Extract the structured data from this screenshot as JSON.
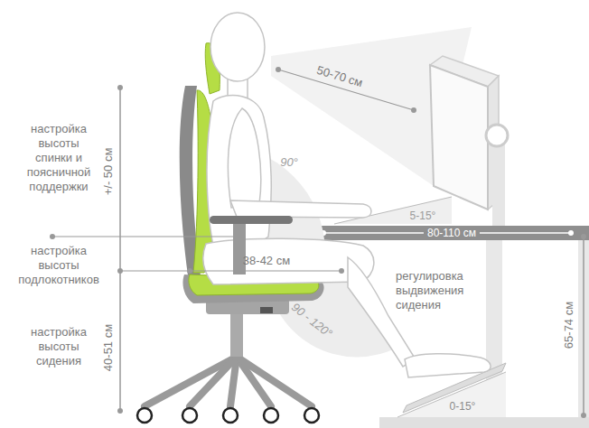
{
  "diagram": {
    "labels": [
      "50-70 см",
      "90°",
      "настройка высоты спинки и поясничной поддержки",
      "+/- 50 см",
      "5-15°",
      "80-110 см",
      "настройка высоты подлокотников",
      "38-42 см",
      "регулировка выдвижения сидения",
      "90 - 120°",
      "настройка высоты сидения",
      "40-51 см",
      "65-74 см",
      "0-15°"
    ]
  }
}
